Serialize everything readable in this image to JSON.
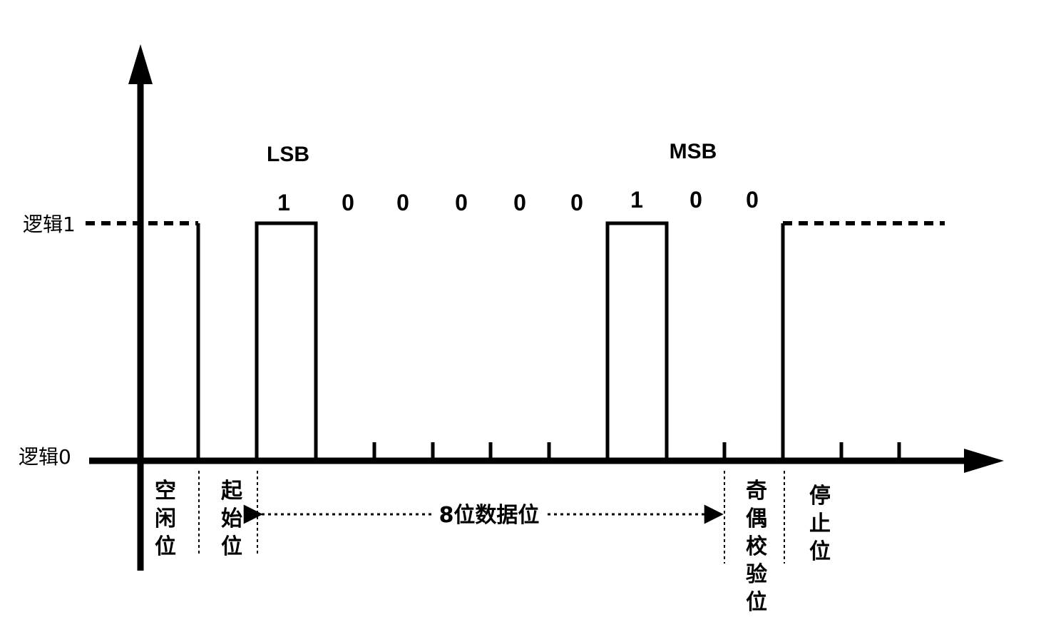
{
  "levels": {
    "high": "逻辑1",
    "low": "逻辑0"
  },
  "markers": {
    "lsb": "LSB",
    "msb": "MSB"
  },
  "data_bits": [
    "1",
    "0",
    "0",
    "0",
    "0",
    "0",
    "1",
    "0"
  ],
  "parity_bit": "0",
  "segments": {
    "idle": [
      "空",
      "闲",
      "位"
    ],
    "start": [
      "起",
      "始",
      "位"
    ],
    "parity": [
      "奇",
      "偶",
      "校",
      "验",
      "位"
    ],
    "stop": [
      "停",
      "止",
      "位"
    ]
  },
  "data_span_label": "8位数据位"
}
